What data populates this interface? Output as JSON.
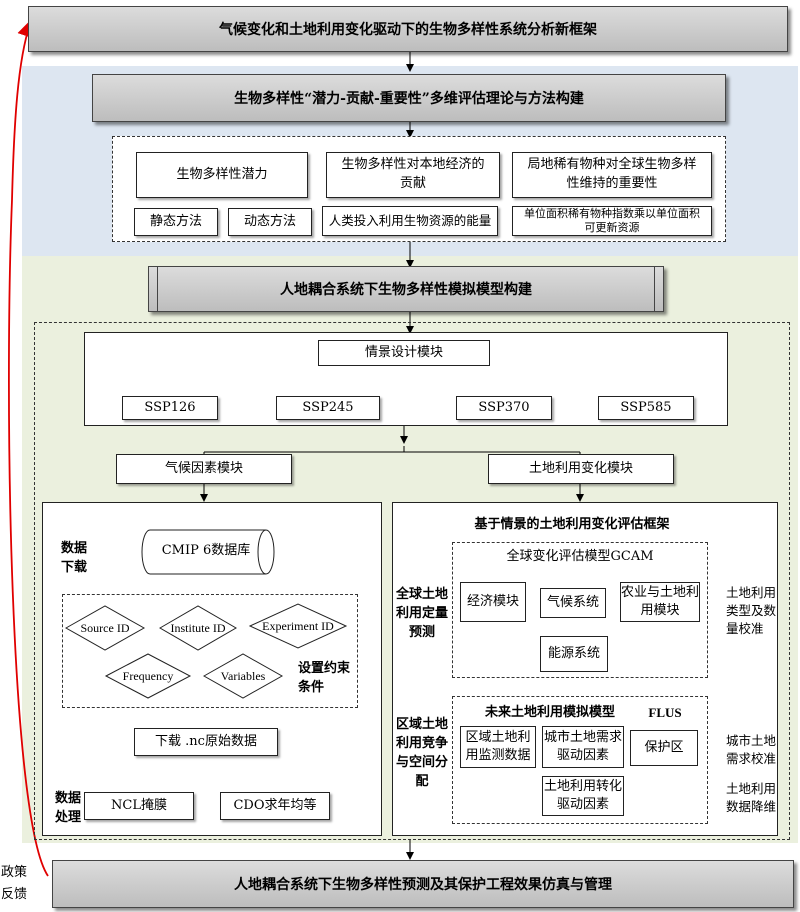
{
  "top_title": "气候变化和土地利用变化驱动下的生物多样性系统分析新框架",
  "section1": {
    "title": "生物多样性“潜力-贡献-重要性”多维评估理论与方法构建",
    "col1": {
      "title": "生物多样性潜力",
      "sub_left": "静态方法",
      "sub_right": "动态方法"
    },
    "col2": {
      "title": "生物多样性对本地经济的贡献",
      "sub": "人类投入利用生物资源的能量"
    },
    "col3": {
      "title": "局地稀有物种对全球生物多样性维持的重要性",
      "sub": "单位面积稀有物种指数乘以单位面积可更新资源"
    }
  },
  "section2": {
    "title": "人地耦合系统下生物多样性模拟模型构建",
    "scenario_module": "情景设计模块",
    "ssps": [
      "SSP126",
      "SSP245",
      "SSP370",
      "SSP585"
    ],
    "climate_module": "气候因素模块",
    "landuse_module": "土地利用变化模块",
    "climate": {
      "data_download_label": "数据下载",
      "cmip": "CMIP 6数据库",
      "constraints": [
        "Source ID",
        "Institute ID",
        "Experiment ID",
        "Frequency",
        "Variables"
      ],
      "constraint_label": "设置约束条件",
      "download_nc": "下载 .nc原始数据",
      "data_process_label": "数据处理",
      "ncl": "NCL掩膜",
      "cdo": "CDO求年均等"
    },
    "landuse": {
      "framework_title": "基于情景的土地利用变化评估框架",
      "left_top": "全球土地利用定量预测",
      "left_bottom": "区域土地利用竞争与空间分配",
      "gcam_title": "全球变化评估模型GCAM",
      "economy": "经济模块",
      "climate_sys": "气候系统",
      "agri": "农业与土地利用模块",
      "energy": "能源系统",
      "flus_title": "未来土地利用模拟模型",
      "flus_abbr": "FLUS",
      "regional": "区域土地利用监测数据",
      "urban_demand": "城市土地需求驱动因素",
      "protect": "保护区",
      "transition": "土地利用转化驱动因素",
      "right_notes": [
        "土地利用类型及数量校准",
        "城市土地需求校准",
        "土地利用数据降维"
      ]
    }
  },
  "bottom_title": "人地耦合系统下生物多样性预测及其保护工程效果仿真与管理",
  "feedback_label": "政策反馈"
}
